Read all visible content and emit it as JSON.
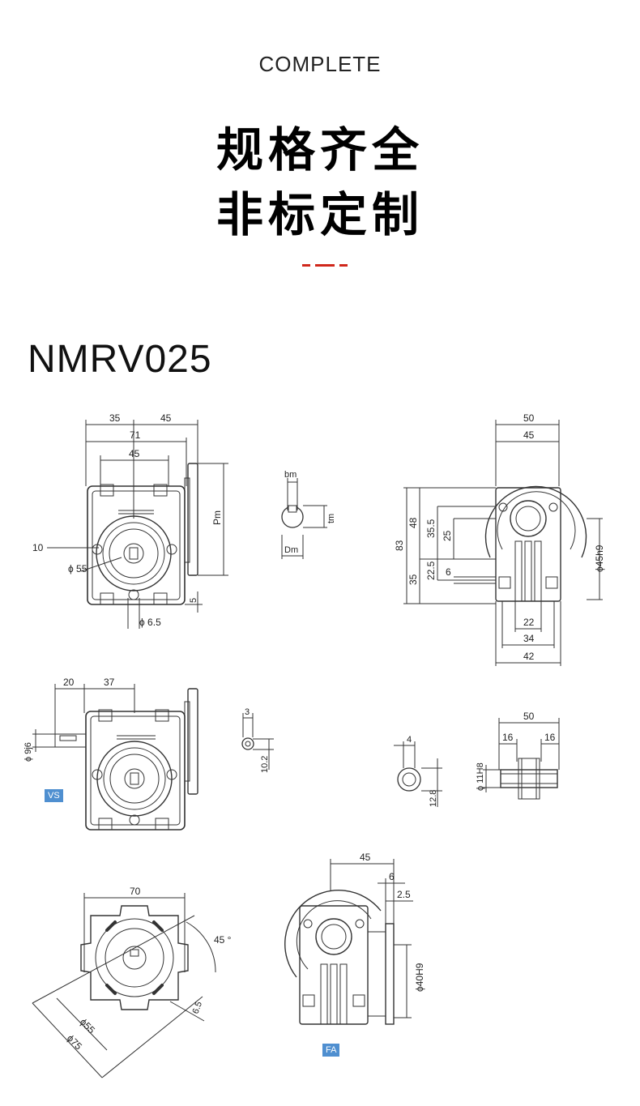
{
  "header": {
    "subtitle": "COMPLETE",
    "title_line1": "规格齐全",
    "title_line2": "非标定制",
    "accent_color": "#d0271b"
  },
  "model": "NMRV025",
  "views": {
    "front": {
      "dims": {
        "d35": "35",
        "d45a": "45",
        "d71": "71",
        "d45b": "45",
        "pm": "Pm",
        "d10": "10",
        "phi55": "ϕ 55",
        "d5": "5",
        "phi65": "ϕ 6.5"
      }
    },
    "key": {
      "bm": "bm",
      "tm": "tm",
      "dm": "Dm"
    },
    "side": {
      "dims": {
        "d50": "50",
        "d45": "45",
        "d83": "83",
        "d48": "48",
        "d355": "35.5",
        "d25": "25",
        "d225": "22.5",
        "d35": "35",
        "d6": "6",
        "d22": "22",
        "d34": "34",
        "d42": "42",
        "phi45h9": "ϕ45h9"
      }
    },
    "vs": {
      "tag": "VS",
      "dims": {
        "d20": "20",
        "d37": "37",
        "phi9j6": "ϕ 9j6"
      }
    },
    "vs_key": {
      "d3": "3",
      "d102": "10.2"
    },
    "hollow_key": {
      "d4": "4",
      "d128": "12.8",
      "phi11h8": "ϕ 11H8"
    },
    "hollow_shaft": {
      "d50": "50",
      "d16a": "16",
      "d16b": "16"
    },
    "flange": {
      "dims": {
        "d70": "70",
        "angle": "45 °",
        "phi55": "ϕ55",
        "phi75": "ϕ75",
        "d65": "6.5"
      }
    },
    "fa": {
      "tag": "FA",
      "dims": {
        "d45": "45",
        "d6": "6",
        "d25": "2.5",
        "phi40h9": "ϕ40H9"
      }
    }
  }
}
